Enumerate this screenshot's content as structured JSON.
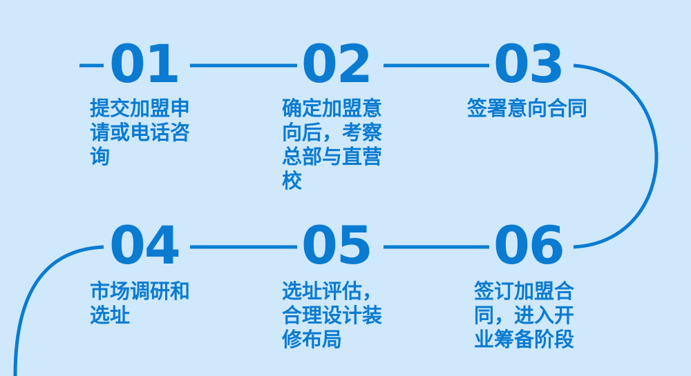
{
  "accent_color": "#0a7bd1",
  "background_color": "#cfe8fb",
  "steps": [
    {
      "number": "01",
      "text": "提交加盟申\n请或电话咨\n询"
    },
    {
      "number": "02",
      "text": "确定加盟意\n向后，考察\n总部与直营\n校"
    },
    {
      "number": "03",
      "text": "签署意向合同"
    },
    {
      "number": "04",
      "text": "市场调研和\n选址"
    },
    {
      "number": "05",
      "text": "选址评估，\n合理设计装\n修布局"
    },
    {
      "number": "06",
      "text": "签订加盟合\n同，进入开\n业筹备阶段"
    }
  ]
}
